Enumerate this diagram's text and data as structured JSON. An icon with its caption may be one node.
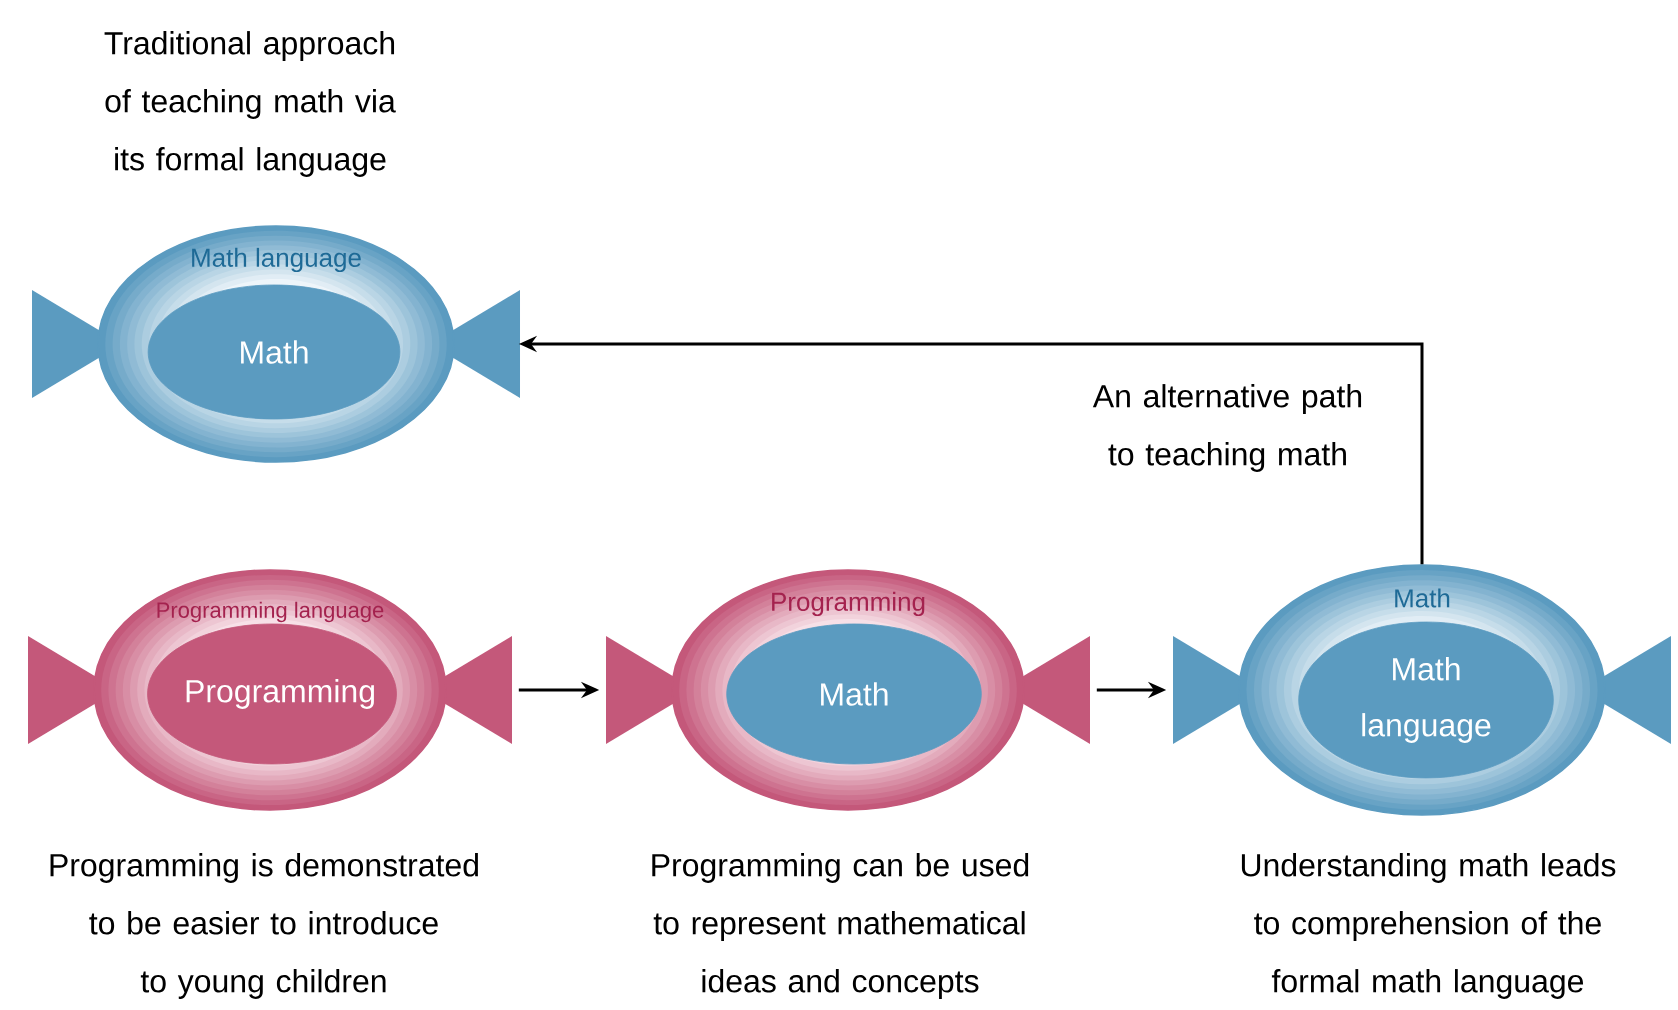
{
  "diagram": {
    "nodes": [
      {
        "text": [
          "Math language"
        ],
        "beside": [
          "Traditional approach of teaching math via its formal language"
        ]
      },
      {
        "text": [
          "Math"
        ],
        "in": 0
      },
      {
        "text": [
          "Programming language"
        ],
        "beside": [
          "Programming is demonstrated to be easier to introduce to young children"
        ]
      },
      {
        "text": [
          "Programming"
        ],
        "in": 2
      },
      {
        "text": [
          "Programming"
        ],
        "beside": [
          "Programming can be used to represent mathematical ideas and concepts"
        ]
      },
      {
        "text": [
          "Math"
        ],
        "in": 4
      },
      {
        "text": [
          "Math"
        ],
        "beside": [
          "Understanding math leads to comprehension of the formal math language"
        ]
      },
      {
        "text": [
          "Math language"
        ],
        "in": 6
      }
    ],
    "edges": [
      {
        "from": 2,
        "to": 4,
        "arrow": "to"
      },
      {
        "from": 4,
        "to": 6,
        "arrow": "to"
      },
      {
        "from": 6,
        "to": 0,
        "arrow": "to",
        "label": "An alternative path to teaching math"
      }
    ]
  }
}
